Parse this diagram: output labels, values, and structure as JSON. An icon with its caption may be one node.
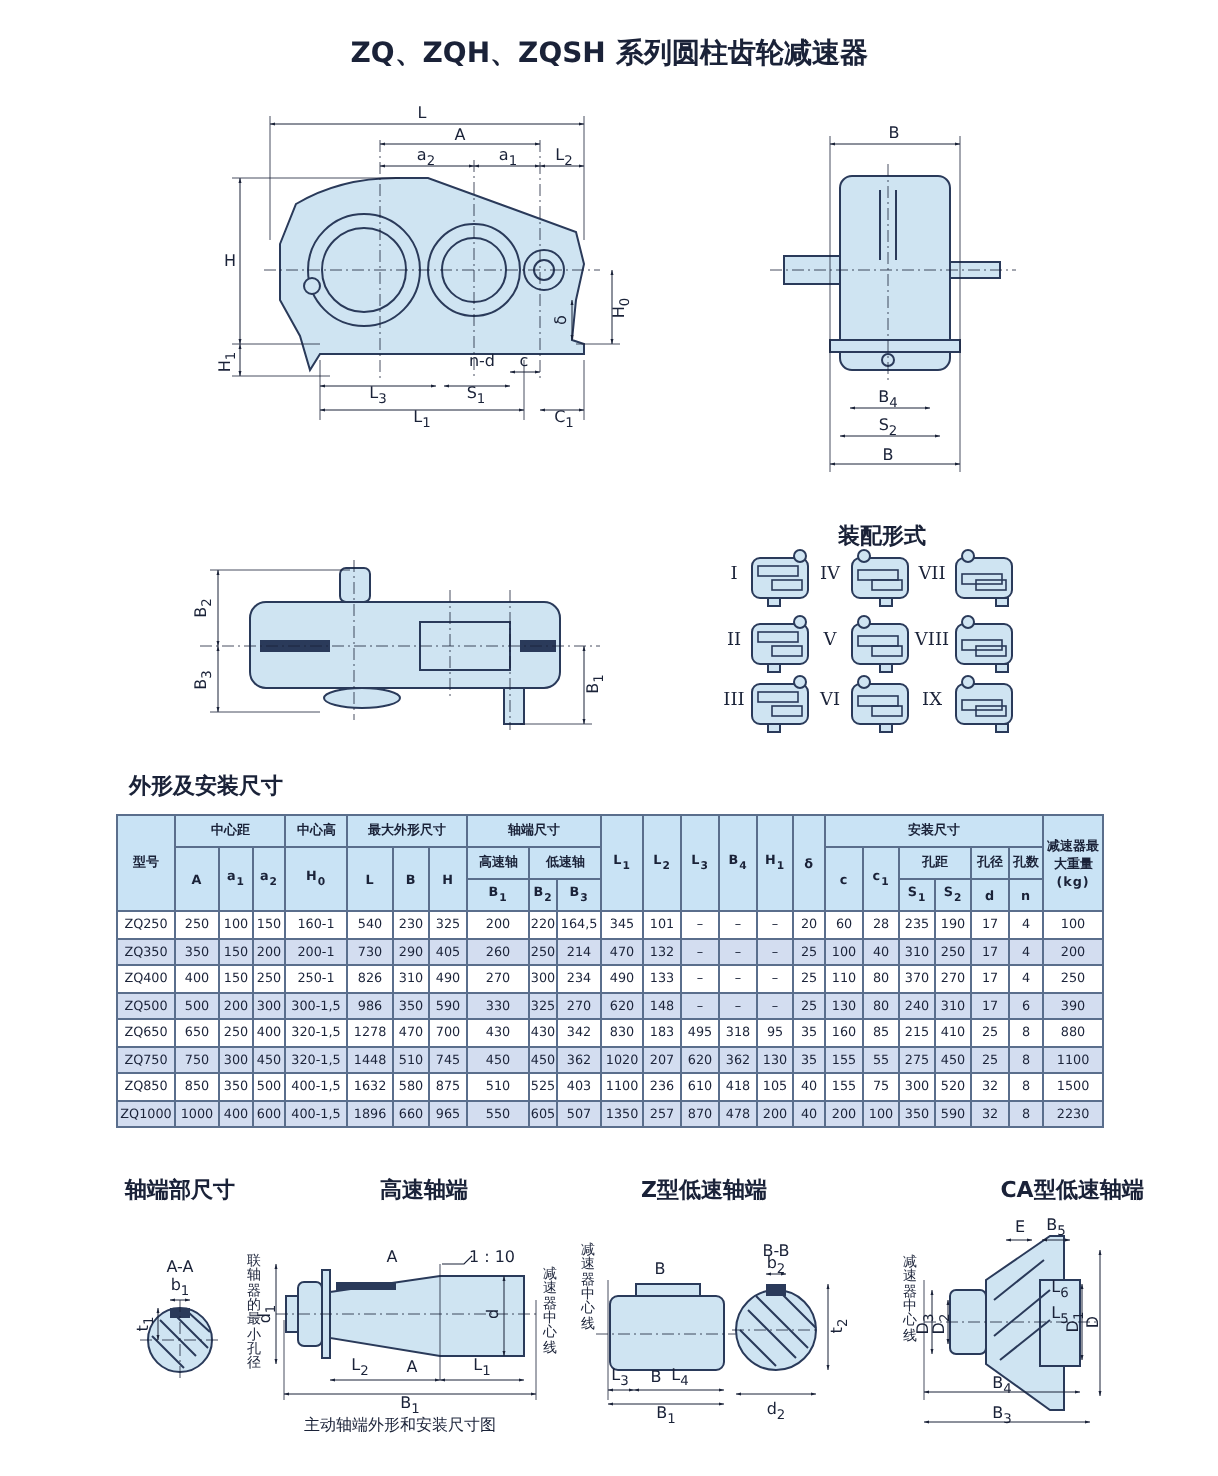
{
  "diagram": {
    "title": "ZQ、ZQH、ZQSH 系列圆柱齿轮减速器",
    "labels": [
      "L",
      "A",
      "a$_{2}$",
      "a$_{1}$",
      "L$_{2}$",
      "H",
      "H$_{0}$",
      "δ",
      "H$_{1}$",
      "n-d",
      "L$_{3}$",
      "S$_{1}$",
      "c",
      "L$_{1}$",
      "C$_{1}$",
      "B",
      "B$_{4}$",
      "S$_{2}$",
      "B",
      "装配形式",
      "B$_{2}$",
      "B$_{3}$",
      "B$_{1}$",
      "I",
      "IV",
      "VII",
      "II",
      "V",
      "VIII",
      "III",
      "VI",
      "IX",
      "外形及安装尺寸",
      "型号",
      "中心距",
      "中心高",
      "最大外形尺寸",
      "轴端尺寸",
      "L$_{1}$",
      "L$_{2}$",
      "L$_{3}$",
      "B$_{4}$",
      "H$_{1}$",
      "δ",
      "安装尺寸",
      "减速器最大重量 (kg)",
      "A",
      "a$_{1}$",
      "a$_{2}$",
      "H$_{0}$",
      "L",
      "B",
      "H",
      "高速轴",
      "低速轴",
      "c",
      "c$_{1}$",
      "孔距",
      "孔径",
      "孔数",
      "B$_{1}$",
      "B$_{2}$",
      "B$_{3}$",
      "S$_{1}$",
      "S$_{2}$",
      "d",
      "n",
      "ZQ250",
      "250",
      "100",
      "150",
      "160-1",
      "540",
      "230",
      "325",
      "200",
      "220",
      "164,5",
      "345",
      "101",
      "–",
      "–",
      "–",
      "20",
      "60",
      "28",
      "235",
      "190",
      "17",
      "4",
      "100",
      "ZQ350",
      "350",
      "150",
      "200",
      "200-1",
      "730",
      "290",
      "405",
      "260",
      "250",
      "214",
      "470",
      "132",
      "–",
      "–",
      "–",
      "25",
      "100",
      "40",
      "310",
      "250",
      "17",
      "4",
      "200",
      "ZQ400",
      "400",
      "150",
      "250",
      "250-1",
      "826",
      "310",
      "490",
      "270",
      "300",
      "234",
      "490",
      "133",
      "–",
      "–",
      "–",
      "25",
      "110",
      "80",
      "370",
      "270",
      "17",
      "4",
      "250",
      "ZQ500",
      "500",
      "200",
      "300",
      "300-1,5",
      "986",
      "350",
      "590",
      "330",
      "325",
      "270",
      "620",
      "148",
      "–",
      "–",
      "–",
      "25",
      "130",
      "80",
      "240",
      "310",
      "17",
      "6",
      "390",
      "ZQ650",
      "650",
      "250",
      "400",
      "320-1,5",
      "1278",
      "470",
      "700",
      "430",
      "430",
      "342",
      "830",
      "183",
      "495",
      "318",
      "95",
      "35",
      "160",
      "85",
      "215",
      "410",
      "25",
      "8",
      "880",
      "ZQ750",
      "750",
      "300",
      "450",
      "320-1,5",
      "1448",
      "510",
      "745",
      "450",
      "450",
      "362",
      "1020",
      "207",
      "620",
      "362",
      "130",
      "35",
      "155",
      "55",
      "275",
      "450",
      "25",
      "8",
      "1100",
      "ZQ850",
      "850",
      "350",
      "500",
      "400-1,5",
      "1632",
      "580",
      "875",
      "510",
      "525",
      "403",
      "1100",
      "236",
      "610",
      "418",
      "105",
      "40",
      "155",
      "75",
      "300",
      "520",
      "32",
      "8",
      "1500",
      "ZQ1000",
      "1000",
      "400",
      "600",
      "400-1,5",
      "1896",
      "660",
      "965",
      "550",
      "605",
      "507",
      "1350",
      "257",
      "870",
      "478",
      "200",
      "40",
      "200",
      "100",
      "350",
      "590",
      "32",
      "8",
      "2230",
      "轴端部尺寸",
      "高速轴端",
      "Z型低速轴端",
      "CA型低速轴端",
      "A-A",
      "b$_{1}$",
      "t$_{1}$",
      "联轴器的最小孔径",
      "d$_{1}$",
      "A",
      "A",
      "1 : 10",
      "减速器中心线",
      "d",
      "L$_{2}$",
      "L$_{1}$",
      "B$_{1}$",
      "主动轴端外形和安装尺寸图",
      "减速器中心线",
      "B",
      "B-B",
      "b$_{2}$",
      "t$_{2}$",
      "L$_{3}$",
      "B",
      "L$_{4}$",
      "B$_{1}$",
      "d$_{2}$",
      "减速器中心线",
      "D$_{3}$",
      "D$_{2}$",
      "E",
      "B$_{5}$",
      "L$_{6}$",
      "L$_{5}$",
      "D$_{1}$",
      "D",
      "B$_{4}$",
      "B$_{3}$"
    ]
  }
}
